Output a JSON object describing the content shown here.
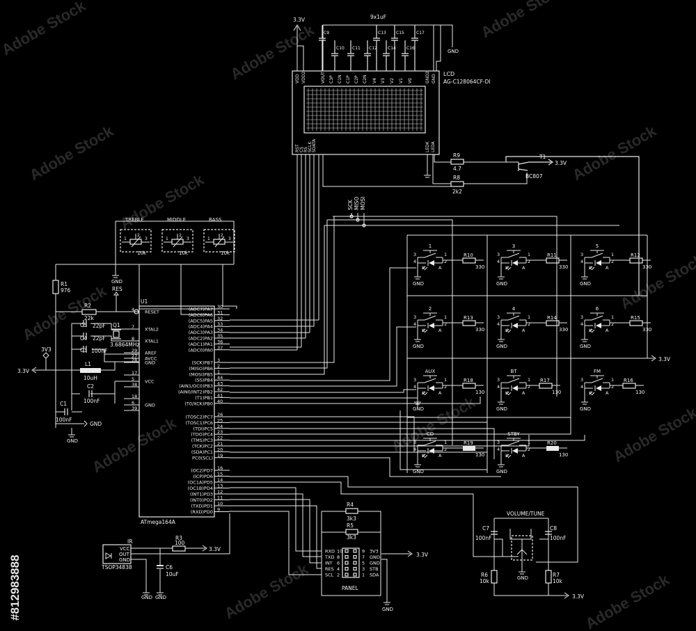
{
  "watermark": {
    "brand": "Adobe Stock",
    "id": "#812983888"
  },
  "lcd": {
    "label": "LCD",
    "part": "AG-C128064CF-DI",
    "top_pins": [
      "VDD",
      "VDD2",
      "VOUT",
      "C3P",
      "C1N",
      "C1P",
      "C2P",
      "C2N",
      "V4",
      "V3",
      "V2",
      "V1",
      "V0",
      "GND2",
      "GND"
    ],
    "bottom_pins": [
      "RST",
      "CS",
      "RS",
      "SCLK",
      "SDATA"
    ],
    "led_pins": [
      "LEDK",
      "LEDA"
    ],
    "caps_label": "9x1uF",
    "caps": [
      "C9",
      "C10",
      "C11",
      "C12",
      "C13",
      "C14",
      "C15",
      "C16",
      "C17"
    ]
  },
  "mcu": {
    "ref": "U1",
    "part": "ATmega164A",
    "left_pins": [
      {
        "name": "RESET",
        "num": "4"
      },
      {
        "name": "XTAL2",
        "num": "7"
      },
      {
        "name": "XTAL1",
        "num": "8"
      },
      {
        "name": "AREF",
        "num": "29"
      },
      {
        "name": "AVCC",
        "num": "27"
      },
      {
        "name": "GND",
        "num": "28"
      },
      {
        "name": "",
        "num": "17"
      },
      {
        "name": "VCC",
        "num": "5"
      },
      {
        "name": "",
        "num": "38"
      },
      {
        "name": "",
        "num": "18"
      },
      {
        "name": "GND",
        "num": "6"
      },
      {
        "name": "",
        "num": "39"
      }
    ],
    "right_pins": [
      {
        "name": "(ADC7)PA7",
        "num": "30"
      },
      {
        "name": "(ADC6)PA6",
        "num": "31"
      },
      {
        "name": "(ADC5)PA5",
        "num": "32"
      },
      {
        "name": "(ADC4)PA4",
        "num": "33"
      },
      {
        "name": "(ADC3)PA3",
        "num": "34"
      },
      {
        "name": "(ADC2)PA2",
        "num": "35"
      },
      {
        "name": "(ADC1)PA1",
        "num": "36"
      },
      {
        "name": "(ADC0)PA0",
        "num": "37"
      },
      {
        "name": "(SCK)PB7",
        "num": "3"
      },
      {
        "name": "(MISO)PB6",
        "num": "2"
      },
      {
        "name": "(MOSI)PB5",
        "num": "1"
      },
      {
        "name": "(SS)PB4",
        "num": "44"
      },
      {
        "name": "(AIN1/OC0)PB3",
        "num": "43"
      },
      {
        "name": "(AIN0/INT2)PB2",
        "num": "42"
      },
      {
        "name": "(T1)PB1",
        "num": "41"
      },
      {
        "name": "(T0/XCK)PB0",
        "num": "40"
      },
      {
        "name": "(TOSC2)PC7",
        "num": "26"
      },
      {
        "name": "(TOSC1)PC6",
        "num": "25"
      },
      {
        "name": "(TDI)PC5",
        "num": "24"
      },
      {
        "name": "(TDO)PC4",
        "num": "23"
      },
      {
        "name": "(TMS)PC3",
        "num": "22"
      },
      {
        "name": "(TCK)PC2",
        "num": "21"
      },
      {
        "name": "(SDA)PC1",
        "num": "20"
      },
      {
        "name": "PC0(SCL)",
        "num": "19"
      },
      {
        "name": "(OC2)PD7",
        "num": "16"
      },
      {
        "name": "(ICP)PD6",
        "num": "15"
      },
      {
        "name": "(OC1A)PD5",
        "num": "14"
      },
      {
        "name": "(OC1B)PD4",
        "num": "13"
      },
      {
        "name": "(INT1)PD3",
        "num": "12"
      },
      {
        "name": "(INT0)PD2",
        "num": "11"
      },
      {
        "name": "(TXD)PD1",
        "num": "10"
      },
      {
        "name": "(RXD)PD0",
        "num": "9"
      }
    ]
  },
  "power": {
    "v33": "3.3V",
    "v3v3": "3V3",
    "gnd": "GND"
  },
  "components": {
    "r1": {
      "ref": "R1",
      "val": "976"
    },
    "r2": {
      "ref": "R2",
      "val": "22k"
    },
    "res": "RES",
    "c5": {
      "ref": "C5",
      "val": "22pF"
    },
    "c4": {
      "ref": "C4",
      "val": "22pF"
    },
    "q1": {
      "ref": "Q1",
      "val": "3.6864MHz"
    },
    "c3": {
      "ref": "C3",
      "val": "100nF"
    },
    "l1": {
      "ref": "L1",
      "val": "10uH"
    },
    "c2": {
      "ref": "C2",
      "val": "100nF"
    },
    "c1": {
      "ref": "C1",
      "val": "100nF"
    },
    "r9": {
      "ref": "R9",
      "val": "4.7"
    },
    "r8": {
      "ref": "R8",
      "val": "2k2"
    },
    "t1": {
      "ref": "T1",
      "val": "BC807"
    },
    "r3": {
      "ref": "R3",
      "val": "100"
    },
    "c6": {
      "ref": "C6",
      "val": "10uF"
    },
    "ir": {
      "ref": "IR",
      "part": "TSOP34838",
      "pins": [
        "VCC",
        "OUT",
        "GND"
      ]
    },
    "r4": {
      "ref": "R4",
      "val": "3k3"
    },
    "r5": {
      "ref": "R5",
      "val": "3k3"
    },
    "c7": {
      "ref": "C7",
      "val": "100nF"
    },
    "c8": {
      "ref": "C8",
      "val": "100nF"
    },
    "r6": {
      "ref": "R6",
      "val": "10k"
    },
    "r7": {
      "ref": "R7",
      "val": "10k"
    },
    "volume": "VOLUME/TUNE"
  },
  "pots": [
    {
      "label": "TREBLE",
      "val": "10k",
      "pins": [
        "1",
        "2",
        "3"
      ]
    },
    {
      "label": "MIDDLE",
      "val": "10k",
      "pins": [
        "1",
        "2",
        "3"
      ]
    },
    {
      "label": "BASS",
      "val": "10k",
      "pins": [
        "1",
        "2",
        "3"
      ]
    }
  ],
  "spi_labels": [
    "SCK",
    "MISO",
    "MOSI"
  ],
  "switches": [
    {
      "label": "1",
      "res": "R10",
      "val": "330"
    },
    {
      "label": "3",
      "res": "R11",
      "val": "330"
    },
    {
      "label": "5",
      "res": "R12",
      "val": "330"
    },
    {
      "label": "2",
      "res": "R13",
      "val": "330"
    },
    {
      "label": "4",
      "res": "R14",
      "val": "330"
    },
    {
      "label": "6",
      "res": "R15",
      "val": "330"
    },
    {
      "label": "AUX",
      "res": "R18",
      "val": "130"
    },
    {
      "label": "BT",
      "res": "R17",
      "val": "130"
    },
    {
      "label": "FM",
      "res": "R16",
      "val": "130"
    },
    {
      "label": "CD",
      "res": "R19",
      "val": "130"
    },
    {
      "label": "STBY",
      "res": "R20",
      "val": "130"
    }
  ],
  "switch_pins": {
    "p3": "3",
    "p4": "4",
    "p1": "1",
    "p2": "2",
    "k": "K",
    "a": "A"
  },
  "panel": {
    "label": "PANEL",
    "left": [
      {
        "name": "RXD",
        "num": "10"
      },
      {
        "name": "TXD",
        "num": "8"
      },
      {
        "name": "INT",
        "num": "6"
      },
      {
        "name": "RES",
        "num": "4"
      },
      {
        "name": "SCL",
        "num": "2"
      }
    ],
    "right": [
      {
        "num": "9",
        "name": "3V3"
      },
      {
        "num": "7",
        "name": "GND"
      },
      {
        "num": "5",
        "name": "GND"
      },
      {
        "num": "3",
        "name": "STB"
      },
      {
        "num": "1",
        "name": "SDA"
      }
    ]
  }
}
